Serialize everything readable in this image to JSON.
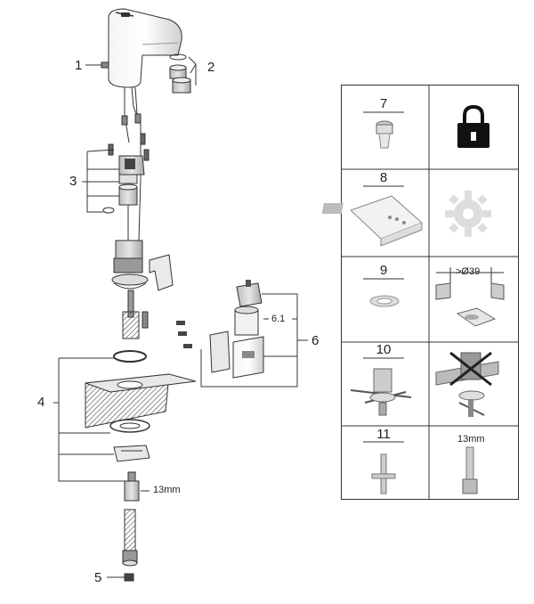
{
  "callouts": {
    "c1": "1",
    "c2": "2",
    "c3": "3",
    "c4": "4",
    "c5": "5",
    "c6": "6",
    "c61": "6.1",
    "c13mm": "13mm"
  },
  "panel": {
    "cells": [
      {
        "num": "7"
      },
      {
        "num": "8"
      },
      {
        "num": "9"
      },
      {
        "num": "10"
      },
      {
        "num": "11"
      }
    ],
    "dim_label": ">Ø39",
    "wrench_label": "13mm"
  },
  "colors": {
    "line": "#333333",
    "part_fill": "#d9d9d9",
    "part_dark": "#555555",
    "panel_grey": "#cfcfcf"
  }
}
